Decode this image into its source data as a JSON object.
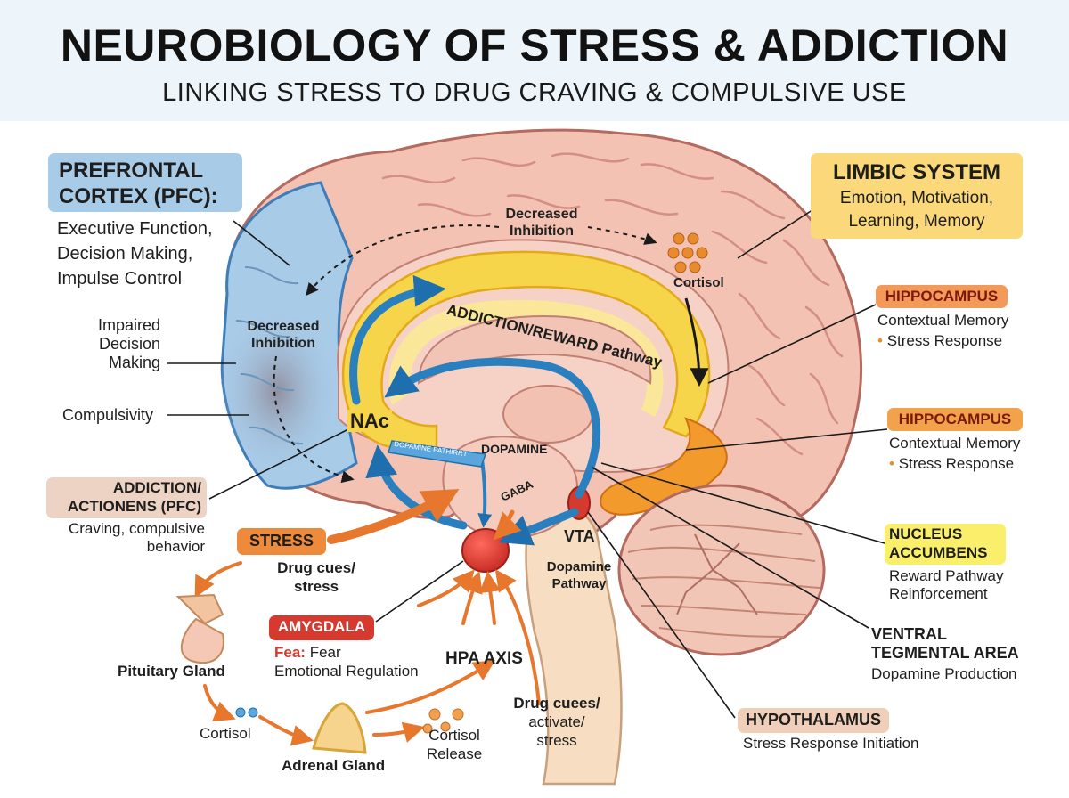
{
  "header": {
    "title": "NEUROBIOLOGY OF STRESS & ADDICTION",
    "subtitle": "LINKING STRESS TO DRUG CRAVING & COMPULSIVE USE"
  },
  "colors": {
    "header_bg": "#eef5fa",
    "pfc_blue": "#a8cbe8",
    "reward_yellow": "#f7d54a",
    "dopamine_blue": "#2a7fbf",
    "stress_orange": "#e8772e",
    "amygdala_red": "#d63a2f",
    "brain_pink": "#f4c2b2"
  },
  "labels": {
    "pfc_title_1": "PREFRONTAL",
    "pfc_title_2": "CORTEX (PFC):",
    "pfc_desc_1": "Executive Function,",
    "pfc_desc_2": "Decision Making,",
    "pfc_desc_3": "Impulse Control",
    "impaired_1": "Impaired",
    "impaired_2": "Decision",
    "impaired_3": "Making",
    "compulsivity": "Compulsivity",
    "addiction_box_1": "ADDICTION/",
    "addiction_box_2": "ACTIONENS (PFC)",
    "craving_1": "Craving, compulsive",
    "craving_2": "behavior",
    "stress_box": "STRESS",
    "drug_cues_1": "Drug cues/",
    "drug_cues_2": "stress",
    "pituitary": "Pituitary Gland",
    "cortisol_left": "Cortisol",
    "adrenal": "Adrenal Gland",
    "cortisol_release_1": "Cortisol",
    "cortisol_release_2": "Release",
    "amygdala_box": "AMYGDALA",
    "amygdala_fea": "Fea:",
    "amygdala_fear": " Fear",
    "amygdala_reg": "Emotional Regulation",
    "hpa": "HPA AXIS",
    "drug_activate_1": "Drug cuees/",
    "drug_activate_2": "activate/",
    "drug_activate_3": "stress",
    "decreased_top_1": "Decreased",
    "decreased_top_2": "Inhibition",
    "decreased_mid_1": "Decreased",
    "decreased_mid_2": "Inhibition",
    "nac": "NAc",
    "pathway_banner": "ADDICTION/REWARD Pathway",
    "dopamine_small": "DOPAMINE PATHIRRT",
    "dopamine": "DOPAMINE",
    "gaba": "GABA",
    "vta": "VTA",
    "dopamine_pathway_1": "Dopamine",
    "dopamine_pathway_2": "Pathway",
    "cortisol_brain": "Cortisol",
    "limbic_title": "LIMBIC SYSTEM",
    "limbic_desc_1": "Emotion, Motivation,",
    "limbic_desc_2": "Learning, Memory",
    "hippo1_title": "HIPPOCAMPUS",
    "hippo1_desc_1": "Contextual Memory",
    "hippo1_desc_2": "Stress Response",
    "hippo2_title": "HIPPOCAMPUS",
    "hippo2_desc_1": "Contextual Memory",
    "hippo2_desc_2": "Stress Response",
    "nacc_title_1": "NUCLEUS",
    "nacc_title_2": "ACCUMBENS",
    "nacc_desc_1": "Reward Pathway",
    "nacc_desc_2": "Reinforcement",
    "vta_title_1": "VENTRAL",
    "vta_title_2": "TEGMENTAL AREA",
    "vta_desc": "Dopamine Production",
    "hypo_title": "HYPOTHALAMUS",
    "hypo_desc": "Stress Response Initiation",
    "bullet": "•"
  }
}
